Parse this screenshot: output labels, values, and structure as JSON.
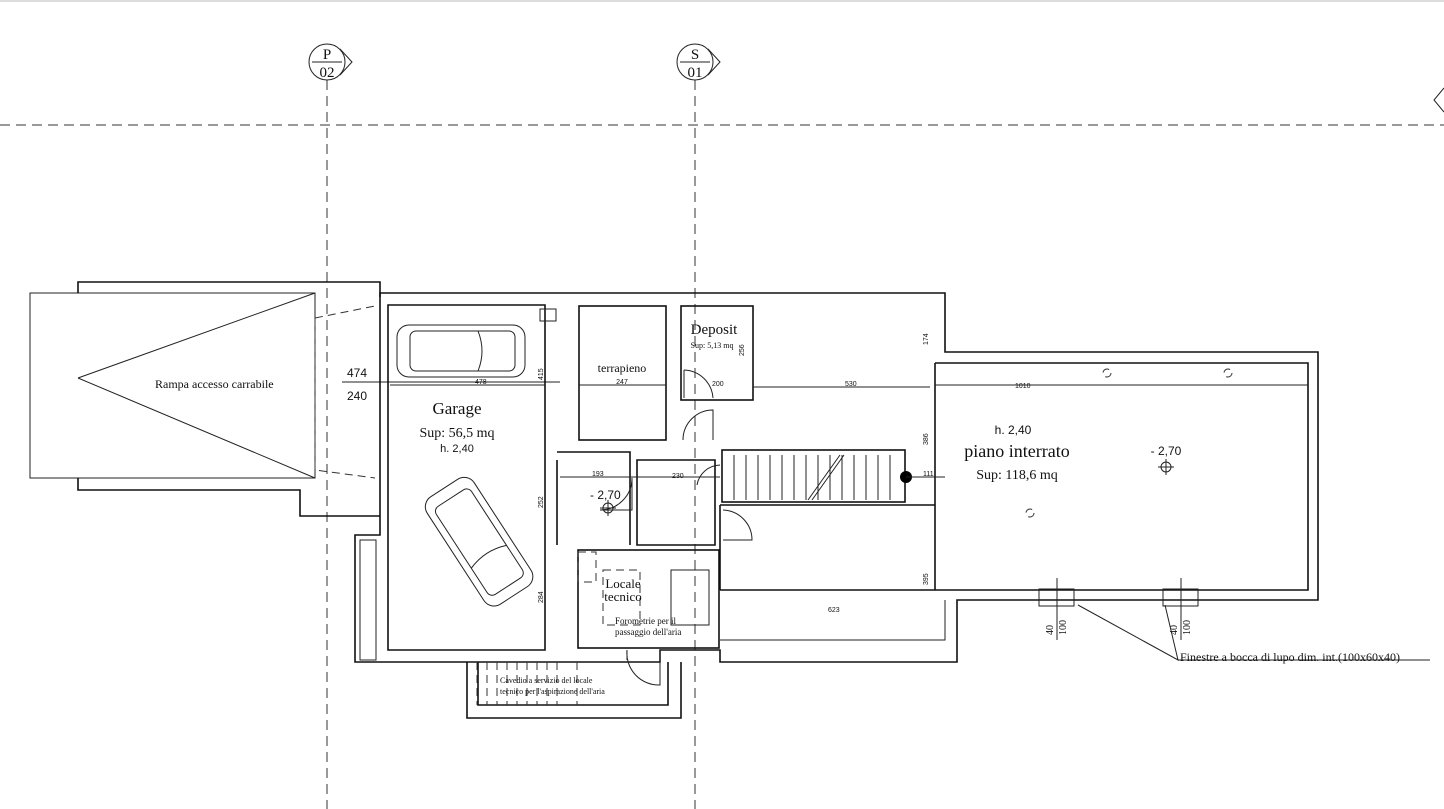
{
  "axes": [
    {
      "letter": "P",
      "number": "02"
    },
    {
      "letter": "S",
      "number": "01"
    }
  ],
  "rooms": {
    "ramp": {
      "label": "Rampa  accesso carrabile"
    },
    "garage": {
      "name": "Garage",
      "area": "Sup: 56,5 mq",
      "height": "h. 2,40"
    },
    "terrapieno": {
      "name": "terrapieno"
    },
    "deposit": {
      "name": "Deposit",
      "area": "Sup: 5,13 mq"
    },
    "basement": {
      "name": "piano interrato",
      "area": "Sup: 118,6 mq",
      "height": "h. 2,40",
      "level": "- 2,70"
    },
    "corridor": {
      "level": "- 2,70"
    },
    "technical": {
      "name_line1": "Locale",
      "name_line2": "tecnico",
      "note_line1": "Forometrie per il",
      "note_line2": "passaggio dell'aria"
    },
    "shaft": {
      "note_line1": "Cavedio a servizio del locale",
      "note_line2": "tecnico per l'aspirazione dell'aria"
    }
  },
  "dimensions": {
    "ramp_top": "474",
    "ramp_bottom": "240",
    "garage_width": "478",
    "garage_h1": "415",
    "garage_h2": "252",
    "garage_h3": "284",
    "terrapieno_width": "247",
    "deposit_width": "200",
    "deposit_height": "256",
    "hall_width": "530",
    "corr_1": "193",
    "corr_2": "230",
    "right_174": "174",
    "right_386": "386",
    "right_111": "111",
    "right_395": "395",
    "basement_width": "1010",
    "lower_width": "623",
    "window1_a": "40",
    "window1_b": "100",
    "window2_a": "40",
    "window2_b": "100"
  },
  "annotations": {
    "windows": "Finestre a bocca di lupo  dim. int.(100x60x40)"
  }
}
